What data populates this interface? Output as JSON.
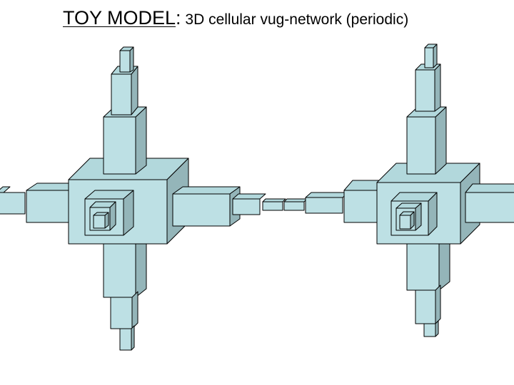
{
  "slide": {
    "title_main": "TOY MODEL",
    "title_separator": ":",
    "title_sub": " 3D cellular vug-network (periodic)"
  },
  "colors": {
    "face_front": "#bde0e4",
    "face_top": "#b2d8dc",
    "face_side": "#94b5b9",
    "face_dark": "#7e9ea2",
    "stroke": "#000000",
    "background": "#ffffff"
  },
  "diagram": {
    "kind": "3D cellular vug-network (periodic)",
    "cells": [
      {
        "id": "cell-left",
        "vug_count": 1,
        "nested_cubes": 3,
        "arms": [
          "up",
          "down",
          "left",
          "right"
        ]
      },
      {
        "id": "cell-right",
        "vug_count": 1,
        "nested_cubes": 3,
        "arms": [
          "up",
          "down",
          "left",
          "right"
        ]
      }
    ]
  }
}
